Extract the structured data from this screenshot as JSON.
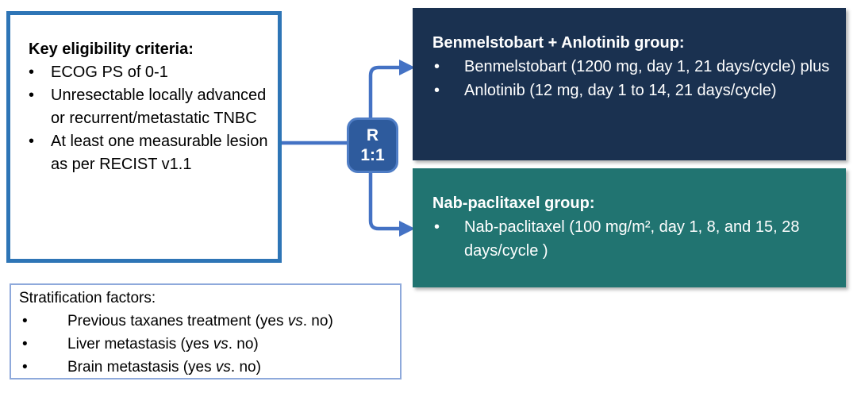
{
  "colors": {
    "eligibility_border": "#2E75B6",
    "stratification_border": "#8EA9DB",
    "connector_blue": "#4472C4",
    "r_box_fill": "#2E5B9D",
    "r_box_border": "#4F7DC5",
    "benmelstobart_box_bg": "#1A3150",
    "nab_paclitaxel_box_bg": "#217471",
    "group_text": "#FFFFFF",
    "body_text": "#000000"
  },
  "eligibility": {
    "title": "Key eligibility criteria:",
    "items": [
      "ECOG PS of 0-1",
      "Unresectable locally advanced or recurrent/metastatic TNBC",
      "At least one measurable lesion as per RECIST v1.1"
    ]
  },
  "randomization": {
    "line1": "R",
    "line2": "1:1"
  },
  "benmelstobart_group": {
    "title": "Benmelstobart + Anlotinib group:",
    "items": [
      "Benmelstobart (1200 mg, day 1, 21 days/cycle) plus",
      "Anlotinib (12 mg, day 1 to 14, 21 days/cycle)"
    ]
  },
  "nab_paclitaxel_group": {
    "title": "Nab-paclitaxel group:",
    "items": [
      "Nab-paclitaxel (100 mg/m², day 1, 8, and 15, 28 days/cycle )"
    ]
  },
  "stratification": {
    "title": "Stratification factors:",
    "items": [
      {
        "pre": "Previous taxanes treatment (yes ",
        "vs": "vs",
        "post": ". no)"
      },
      {
        "pre": "Liver metastasis (yes ",
        "vs": "vs",
        "post": ". no)"
      },
      {
        "pre": "Brain metastasis (yes ",
        "vs": "vs",
        "post": ". no)"
      }
    ]
  }
}
